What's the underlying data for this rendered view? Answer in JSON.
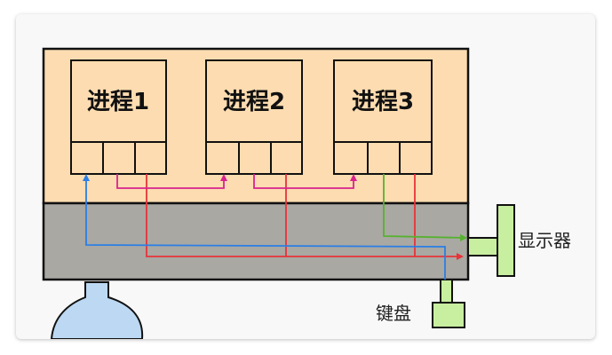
{
  "processes": [
    {
      "label": "进程1"
    },
    {
      "label": "进程2"
    },
    {
      "label": "进程3"
    }
  ],
  "devices": {
    "monitor": "显示器",
    "keyboard": "键盘"
  },
  "colors": {
    "user_space": "#fcdcb0",
    "kernel": "#a9a8a2",
    "ipc_arrow": "#d8238f",
    "data_line": "#e8333a",
    "keyboard_line": "#2a7ee6",
    "monitor_line": "#55b22e",
    "device_fill": "#c8eea0",
    "disk_fill": "#bcd8f2"
  }
}
